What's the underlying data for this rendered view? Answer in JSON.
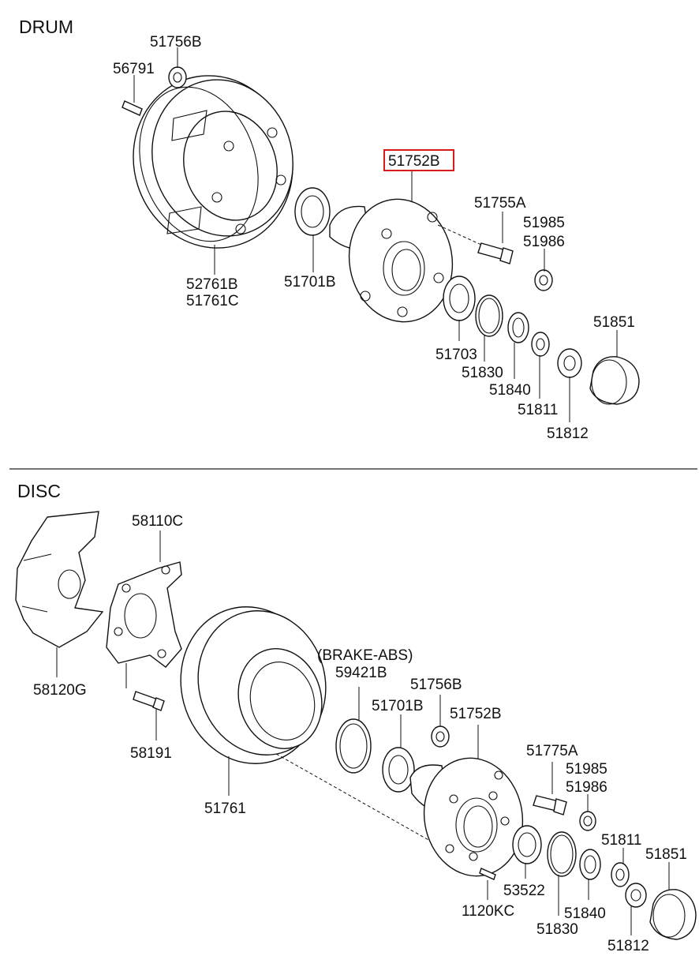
{
  "sections": {
    "drum": "DRUM",
    "disc": "DISC"
  },
  "drum_labels": {
    "p51756b": "51756B",
    "p56791": "56791",
    "p51752b": "51752B",
    "p51755a": "51755A",
    "p51985": "51985",
    "p51986": "51986",
    "p52761b": "52761B",
    "p51761c": "51761C",
    "p51701b": "51701B",
    "p51703": "51703",
    "p51830": "51830",
    "p51840": "51840",
    "p51811": "51811",
    "p51812": "51812",
    "p51851": "51851"
  },
  "disc_labels": {
    "p58110c": "58110C",
    "p58120g": "58120G",
    "p58191": "58191",
    "p_brake_abs": "(BRAKE-ABS)",
    "p59421b": "59421B",
    "p51756b": "51756B",
    "p51701b": "51701B",
    "p51752b": "51752B",
    "p51775a": "51775A",
    "p51985": "51985",
    "p51986": "51986",
    "p51761": "51761",
    "p51811": "51811",
    "p51851": "51851",
    "p53522": "53522",
    "p1120kc": "1120KC",
    "p51840": "51840",
    "p51830": "51830",
    "p51812": "51812"
  },
  "highlight": {
    "part": "51752B",
    "color": "#d81a1a"
  }
}
